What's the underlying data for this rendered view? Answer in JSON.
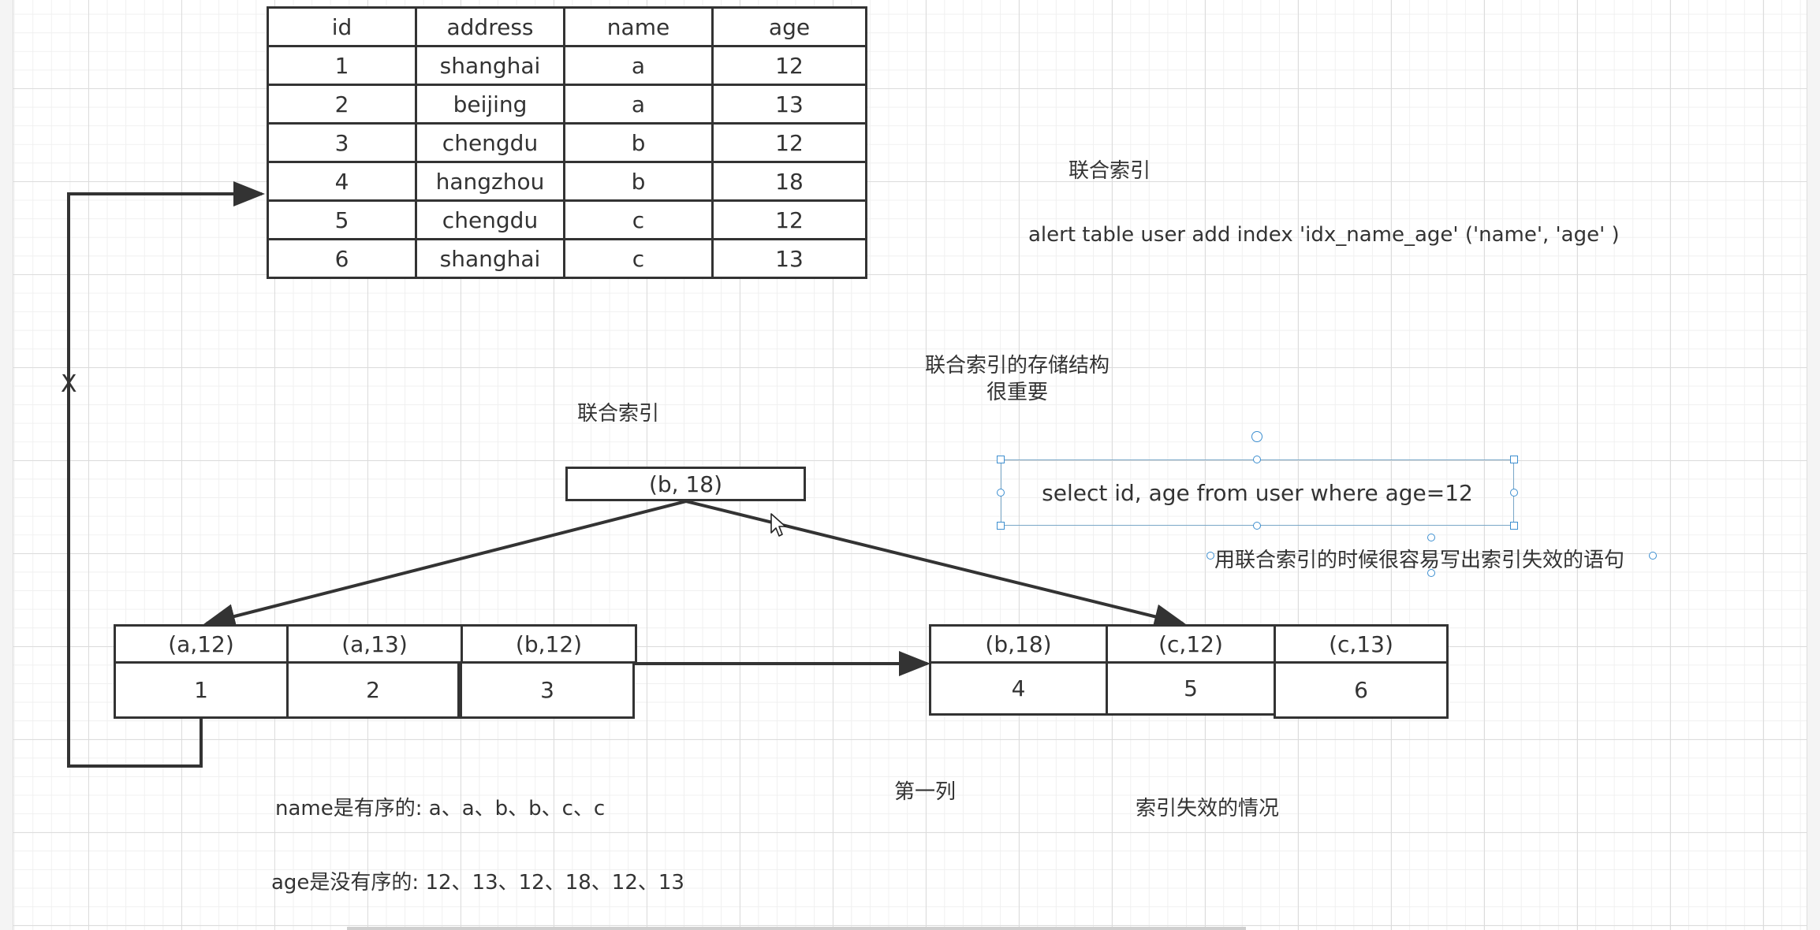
{
  "table": {
    "headers": [
      "id",
      "address",
      "name",
      "age"
    ],
    "rows": [
      [
        "1",
        "shanghai",
        "a",
        "12"
      ],
      [
        "2",
        "beijing",
        "a",
        "13"
      ],
      [
        "3",
        "chengdu",
        "b",
        "12"
      ],
      [
        "4",
        "hangzhou",
        "b",
        "18"
      ],
      [
        "5",
        "chengdu",
        "c",
        "12"
      ],
      [
        "6",
        "shanghai",
        "c",
        "13"
      ]
    ]
  },
  "labels": {
    "composite_index_right": "联合索引",
    "alter_sql": "alert table user add index 'idx_name_age' ('name', 'age'  )",
    "storage_title_1": "联合索引的存储结构",
    "storage_title_2": "很重要",
    "composite_index_tree": "联合索引",
    "back_link_mark": "X",
    "select_sql": "select id, age from user where age=12",
    "invalid_note": "用联合索引的时候很容易写出索引失效的语句",
    "first_column": "第一列",
    "index_invalid": "索引失效的情况",
    "name_ordered": "name是有序的:   a、a、b、b、c、c",
    "age_unordered": "age是没有序的:   12、13、12、18、12、13"
  },
  "tree": {
    "root": "(b, 18)",
    "left_leaf": {
      "keys": [
        "(a,12)",
        "(a,13)",
        "(b,12)"
      ],
      "ids": [
        "1",
        "2",
        "3"
      ]
    },
    "right_leaf": {
      "keys": [
        "(b,18)",
        "(c,12)",
        "(c,13)"
      ],
      "ids": [
        "4",
        "5",
        "6"
      ]
    }
  },
  "colors": {
    "line": "#333333",
    "selection": "#3d8fd0",
    "grid": "#dcdcdc"
  }
}
